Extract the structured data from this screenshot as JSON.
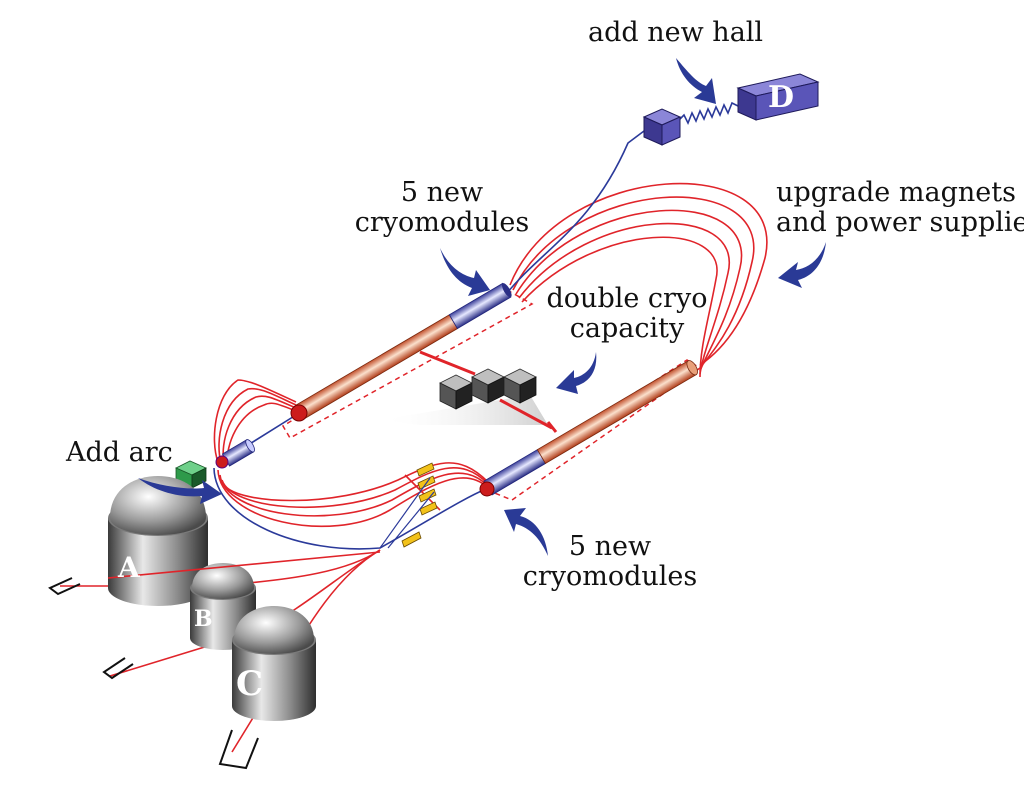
{
  "labels": {
    "add_new_hall": "add new hall",
    "cryo_top_1": "5 new",
    "cryo_top_2": "cryomodules",
    "upgrade_1": "upgrade magnets",
    "upgrade_2": "and power supplies",
    "double_1": "double cryo",
    "double_2": "capacity",
    "add_arc": "Add arc",
    "cryo_bottom_1": "5 new",
    "cryo_bottom_2": "cryomodules"
  },
  "halls": {
    "a": "A",
    "b": "B",
    "c": "C",
    "d": "D"
  },
  "colors": {
    "beamline": "#e0242a",
    "new_beamline": "#2b3a9a",
    "arrow": "#2a3a96",
    "hall_block": "#5a55b8",
    "arc_block": "#2e9a4a",
    "corrector": "#f2c21a"
  }
}
